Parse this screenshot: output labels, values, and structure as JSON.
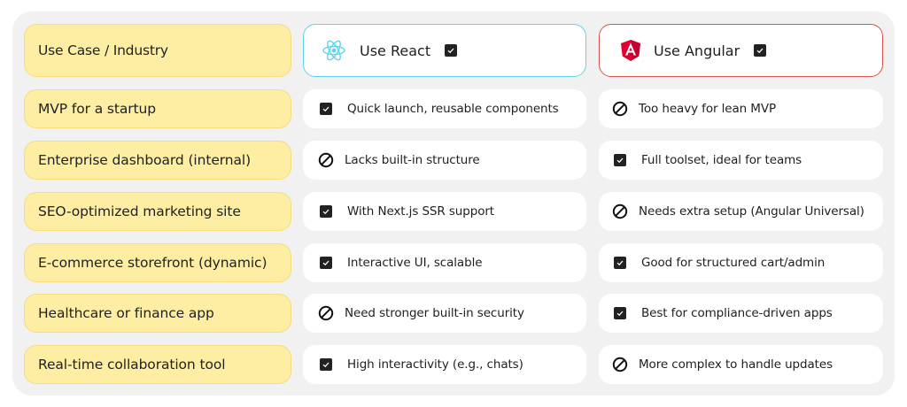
{
  "header": {
    "usecase_label": "Use Case / Industry",
    "react": {
      "label": "Use React",
      "icon": "react-logo-icon",
      "checked": true,
      "accent": "#5fd3ea"
    },
    "angular": {
      "label": "Use Angular",
      "icon": "angular-logo-icon",
      "checked": true,
      "accent": "#d9534f"
    }
  },
  "rows": [
    {
      "usecase": "MVP for a startup",
      "react": {
        "status": "check",
        "text": "Quick launch, reusable components"
      },
      "angular": {
        "status": "ban",
        "text": "Too heavy for lean MVP"
      }
    },
    {
      "usecase": "Enterprise dashboard (internal)",
      "react": {
        "status": "ban",
        "text": "Lacks built-in structure"
      },
      "angular": {
        "status": "check",
        "text": "Full toolset, ideal for teams"
      }
    },
    {
      "usecase": "SEO-optimized marketing site",
      "react": {
        "status": "check",
        "text": "With Next.js SSR support"
      },
      "angular": {
        "status": "ban",
        "text": "Needs extra setup (Angular Universal)"
      }
    },
    {
      "usecase": "E-commerce storefront (dynamic)",
      "react": {
        "status": "check",
        "text": "Interactive UI, scalable"
      },
      "angular": {
        "status": "check",
        "text": "Good for structured cart/admin"
      }
    },
    {
      "usecase": "Healthcare or finance app",
      "react": {
        "status": "ban",
        "text": "Need stronger built-in security"
      },
      "angular": {
        "status": "check",
        "text": "Best for compliance-driven apps"
      }
    },
    {
      "usecase": "Real-time collaboration tool",
      "react": {
        "status": "check",
        "text": "High interactivity (e.g., chats)"
      },
      "angular": {
        "status": "ban",
        "text": "More complex to handle updates"
      }
    }
  ],
  "colors": {
    "usecase_bg": "#fdeea3",
    "panel_bg": "#f1f1f1",
    "react": "#5fd3ea",
    "angular": "#dd0031"
  }
}
